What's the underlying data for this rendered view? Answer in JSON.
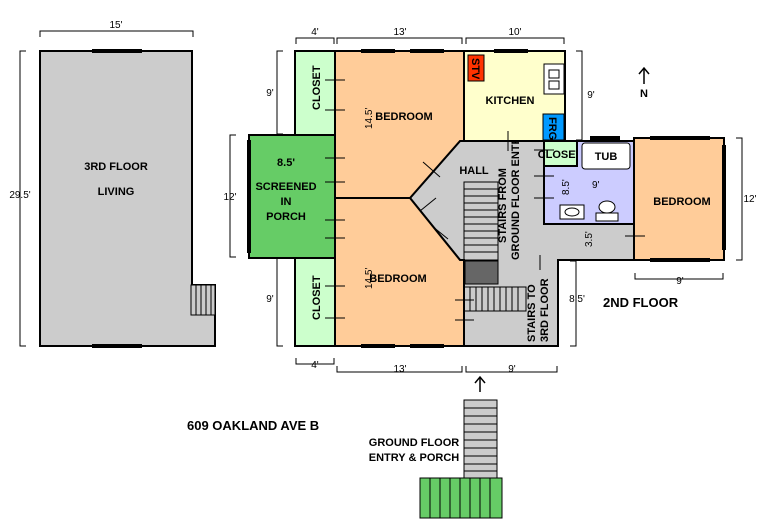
{
  "address": "609 OAKLAND AVE B",
  "compass": {
    "label": "N"
  },
  "rooms": {
    "third_floor": {
      "line1": "3RD FLOOR",
      "line2": "LIVING"
    },
    "bedroom_top": "BEDROOM",
    "bedroom_bottom": "BEDROOM",
    "bedroom_right": "BEDROOM",
    "closet_top": "CLOSET",
    "closet_bottom": "CLOSET",
    "closet_small": "CLOSET",
    "kitchen": "KITCHEN",
    "hall": "HALL",
    "porch": {
      "dim": "8.5'",
      "line1": "SCREENED",
      "line2": "IN",
      "line3": "PORCH"
    },
    "stv": "STV",
    "frg": "FRG",
    "tub": "TUB",
    "stairs_entry": {
      "line1": "STAIRS FROM",
      "line2": "GROUND FLOOR ENTRY"
    },
    "stairs_third": {
      "line1": "STAIRS TO",
      "line2": "3RD FLOOR"
    },
    "second_floor": "2ND FLOOR",
    "ground": {
      "line1": "GROUND FLOOR",
      "line2": "ENTRY & PORCH"
    }
  },
  "dims": {
    "third_width": "15'",
    "third_height": "29.5'",
    "closet_top_w": "4'",
    "bed_top_w": "13'",
    "kitchen_w": "10'",
    "closet_top_h": "9'",
    "kitchen_h": "9'",
    "porch_h": "12'",
    "closet_bot_h": "9'",
    "closet_bot_w": "4'",
    "bed_bot_w": "13'",
    "stair_bot_w": "9'",
    "stair_h": "8.5'",
    "bath_h": "8.5'",
    "bath_w": "9'",
    "hall_w": "3.5'",
    "bed_right_w": "9'",
    "bed_right_h": "12'",
    "bed_top_depth": "14.5'",
    "bed_bot_depth": "14.5'"
  },
  "colors": {
    "gray": "#cccccc",
    "bedroom": "#ffcc99",
    "closet": "#ccffcc",
    "kitchen": "#ffffcc",
    "porch": "#66cc66",
    "bath": "#ccccff",
    "stove": "#ff3300",
    "fridge": "#0099ff",
    "dark": "#666666"
  }
}
